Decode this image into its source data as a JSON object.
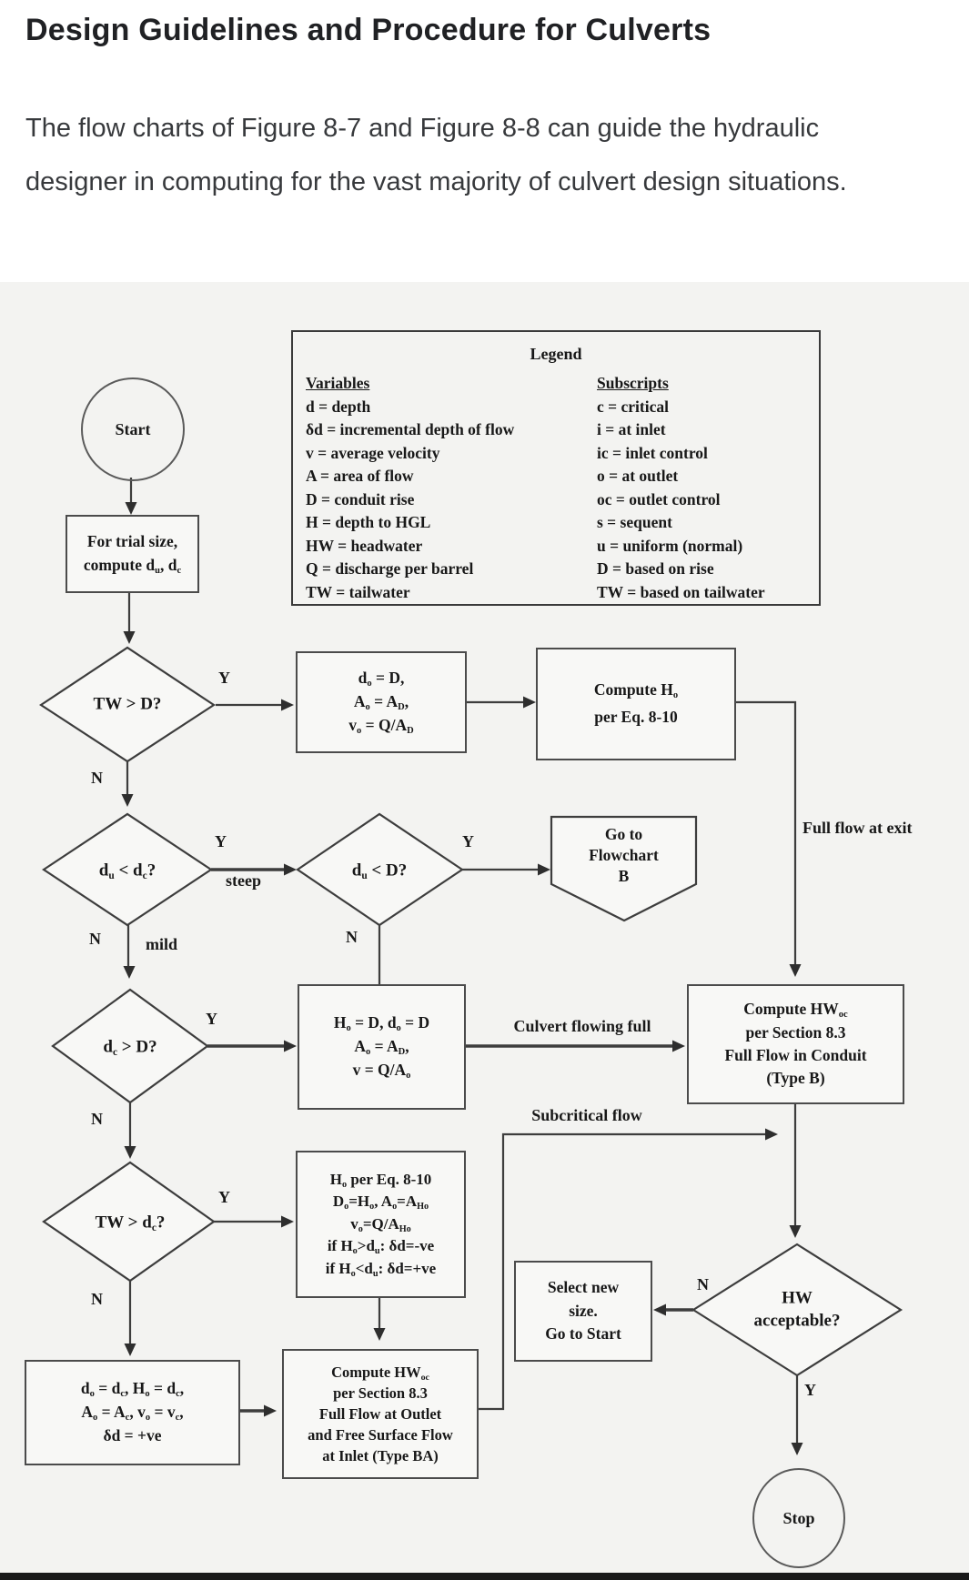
{
  "page": {
    "title": "Design Guidelines and Procedure for Culverts",
    "intro": "The flow charts of Figure 8-7 and Figure 8-8 can guide the hydraulic designer in computing for the vast majority of culvert design situations."
  },
  "legend": {
    "title": "Legend",
    "variables": {
      "header": "Variables",
      "items": [
        "d = depth",
        "δd = incremental depth of flow",
        "v = average velocity",
        "A = area of flow",
        "D = conduit rise",
        "H = depth to HGL",
        "HW = headwater",
        "Q = discharge per barrel",
        "TW = tailwater"
      ]
    },
    "subscripts": {
      "header": "Subscripts",
      "items": [
        "c = critical",
        "i = at inlet",
        "ic = inlet control",
        "o = at outlet",
        "oc = outlet control",
        "s = sequent",
        "u = uniform (normal)",
        "D = based on rise",
        "TW = based on tailwater"
      ]
    }
  },
  "flowchart": {
    "start_label": "Start",
    "stop_label": "Stop",
    "trial_box": {
      "lines": [
        "For trial size,",
        "compute d~u~, d~c~"
      ]
    },
    "decision_tw_gt_d": "TW > D?",
    "decision_du_lt_dc": "d~u~ < d~c~?",
    "decision_du_lt_d": "d~u~ < D?",
    "decision_dc_gt_d": "d~c~ > D?",
    "decision_tw_gt_dc": "TW > d~c~?",
    "decision_hw_acceptable": {
      "lines": [
        "HW",
        "acceptable?"
      ]
    },
    "full_outlet_box": {
      "lines": [
        "d~o~ = D,",
        "A~o~ = A~D~,",
        "v~o~ = Q/A~D~"
      ]
    },
    "compute_ho_box": {
      "lines": [
        "Compute H~o~",
        "per Eq. 8-10"
      ]
    },
    "goto_flowchart_b": {
      "lines": [
        "Go to",
        "Flowchart",
        "B"
      ]
    },
    "conduit_full_box": {
      "lines": [
        "H~o~ = D, d~o~ = D",
        "A~o~ = A~D~,",
        "v = Q/A~o~"
      ]
    },
    "type_b_box": {
      "lines": [
        "Compute HW~oc~",
        "per Section 8.3",
        "Full Flow in Conduit",
        "(Type B)"
      ]
    },
    "ho_eq810_box": {
      "lines": [
        "H~o~ per Eq. 8-10",
        "D~o~=H~o~, A~o~=A~Ho~",
        "v~o~=Q/A~Ho~",
        "if H~o~>d~u~: δd=-ve",
        "if H~o~<d~u~: δd=+ve"
      ]
    },
    "type_ba_box": {
      "lines": [
        "Compute HW~oc~",
        "per Section 8.3",
        "Full Flow at Outlet",
        "and Free Surface Flow",
        "at Inlet (Type BA)"
      ]
    },
    "critical_outlet_box": {
      "lines": [
        "d~o~ = d~c~, H~o~ = d~c~,",
        "A~o~ = A~c~, v~o~ = v~c~,",
        "δd = +ve"
      ]
    },
    "select_new_size_box": {
      "lines": [
        "Select new",
        "size.",
        "Go to Start"
      ]
    },
    "labels": {
      "yes": "Y",
      "no": "N",
      "steep": "steep",
      "mild": "mild",
      "culvert_flowing_full": "Culvert flowing full",
      "full_flow_at_exit": "Full flow at exit",
      "subcritical_flow": "Subcritical flow"
    }
  }
}
